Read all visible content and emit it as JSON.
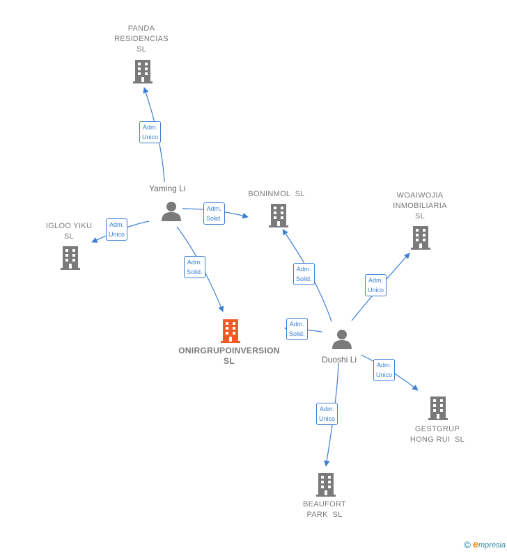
{
  "companies": {
    "panda": "PANDA\nRESIDENCIAS\nSL",
    "igloo": "IGLOO YIKU\nSL",
    "boninmol": "BONINMOL  SL",
    "woaiwojia": "WOAIWOJIA\nINMOBILIARIA\nSL",
    "onirgrupo": "ONIRGRUPOINVERSION\nSL",
    "gestgrup": "GESTGRUP\nHONG RUI  SL",
    "beaufort": "BEAUFORT\nPARK  SL"
  },
  "persons": {
    "yaming": "Yaming Li",
    "duoshi": "Duoshi Li"
  },
  "edge_labels": {
    "e1": "Adm.\nUnico",
    "e2": "Adm.\nUnico",
    "e3": "Adm.\nSolid.",
    "e4": "Adm.\nSolid.",
    "e5": "Adm.\nSolid.",
    "e6": "Adm.\nUnico",
    "e7": "Adm.\nSolid.",
    "e8": "Adm.\nUnico",
    "e9": "Adm.\nUnico"
  },
  "colors": {
    "edge": "#3a7fd5",
    "building": "#7a7a7a",
    "main_building": "#f05a28",
    "person": "#7a7a7a"
  },
  "footer": {
    "copyright": "©",
    "brand_initial": "e",
    "brand_rest": "mpresia"
  }
}
